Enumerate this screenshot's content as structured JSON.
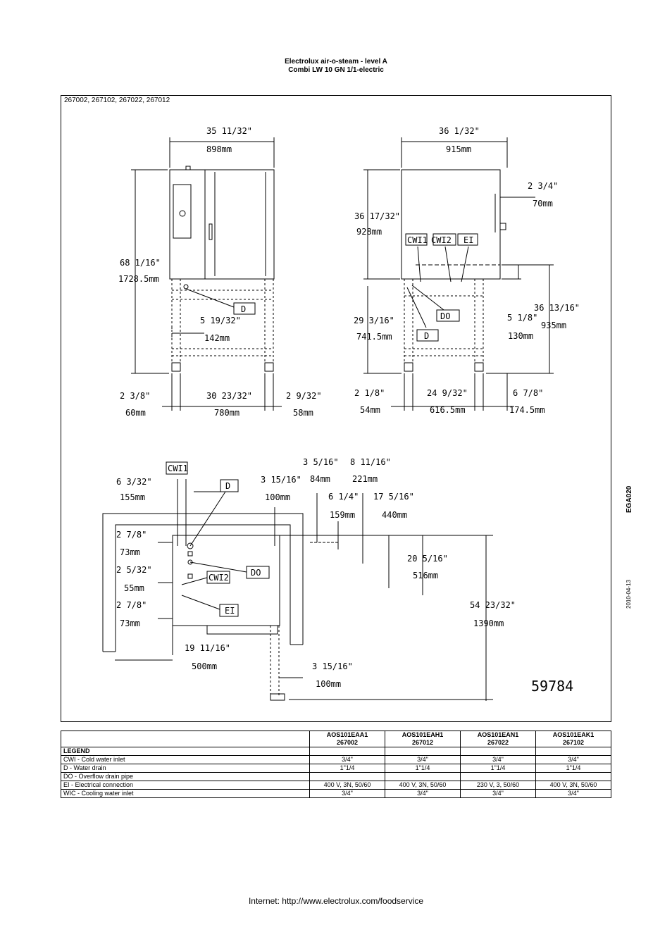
{
  "header": {
    "line1": "Electrolux air-o-steam - level A",
    "line2": "Combi LW 10 GN 1/1-electric"
  },
  "models_line": "267002, 267102, 267022, 267012",
  "side_code": "EGA020",
  "side_date": "2010-04-13",
  "drawing_no": "59784",
  "dims": {
    "front_w_in": "35 11/32\"",
    "front_w_mm": "898mm",
    "front_h_in": "68 1/16\"",
    "front_h_mm": "1728.5mm",
    "front_d_in": "5 19/32\"",
    "front_d_mm": "142mm",
    "front_l_in": "2 3/8\"",
    "front_l_mm": "60mm",
    "front_m_in": "30 23/32\"",
    "front_m_mm": "780mm",
    "front_r_in": "2 9/32\"",
    "front_r_mm": "58mm",
    "side_w_in": "36 1/32\"",
    "side_w_mm": "915mm",
    "side_h_in": "36 17/32\"",
    "side_h_mm": "928mm",
    "side_t_in": "2 3/4\"",
    "side_t_mm": "70mm",
    "side_b_in": "29 3/16\"",
    "side_b_mm": "741.5mm",
    "side_s_in": "5 1/8\"",
    "side_s_mm": "130mm",
    "side_r_in": "36 13/16\"",
    "side_r_mm": "935mm",
    "side_l_in": "2 1/8\"",
    "side_l_mm": "54mm",
    "side_m_in": "24 9/32\"",
    "side_m_mm": "616.5mm",
    "side_rr_in": "6 7/8\"",
    "side_rr_mm": "174.5mm",
    "p_a_in": "6 3/32\"",
    "p_a_mm": "155mm",
    "p_b_in": "3 15/16\"",
    "p_b_mm": "100mm",
    "p_c_in": "3 5/16\"",
    "p_c_mm": "84mm",
    "p_d_in": "8 11/16\"",
    "p_d_mm": "221mm",
    "p_e_in": "6 1/4\"",
    "p_e_mm": "159mm",
    "p_f_in": "17 5/16\"",
    "p_f_mm": "440mm",
    "p_g_in": "2 7/8\"",
    "p_g_mm": "73mm",
    "p_h_in": "2 5/32\"",
    "p_h_mm": "55mm",
    "p_i_in": "2 7/8\"",
    "p_i_mm": "73mm",
    "p_j_in": "20 5/16\"",
    "p_j_mm": "516mm",
    "p_k_in": "54 23/32\"",
    "p_k_mm": "1390mm",
    "p_l_in": "19 11/16\"",
    "p_l_mm": "500mm",
    "p_m_in": "3 15/16\"",
    "p_m_mm": "100mm"
  },
  "tags": {
    "cwi1": "CWI1",
    "cwi2": "CWI2",
    "ei": "EI",
    "d": "D",
    "do": "DO"
  },
  "legend": {
    "title": "LEGEND",
    "columns": [
      {
        "model": "AOS101EAA1",
        "code": "267002"
      },
      {
        "model": "AOS101EAH1",
        "code": "267012"
      },
      {
        "model": "AOS101EAN1",
        "code": "267022"
      },
      {
        "model": "AOS101EAK1",
        "code": "267102"
      }
    ],
    "rows": [
      {
        "label": "CWI - Cold water inlet",
        "v": [
          "3/4\"",
          "3/4\"",
          "3/4\"",
          "3/4\""
        ]
      },
      {
        "label": "D - Water drain",
        "v": [
          "1\"1/4",
          "1\"1/4",
          "1\"1/4",
          "1\"1/4"
        ]
      },
      {
        "label": "DO - Overflow drain pipe",
        "v": [
          "",
          "",
          "",
          ""
        ]
      },
      {
        "label": "EI - Electrical connection",
        "v": [
          "400 V, 3N, 50/60",
          "400 V, 3N, 50/60",
          "230 V, 3, 50/60",
          "400 V, 3N, 50/60"
        ]
      },
      {
        "label": "WIC - Cooling water inlet",
        "v": [
          "3/4\"",
          "3/4\"",
          "3/4\"",
          "3/4\""
        ]
      }
    ]
  },
  "footer": "Internet: http://www.electrolux.com/foodservice"
}
